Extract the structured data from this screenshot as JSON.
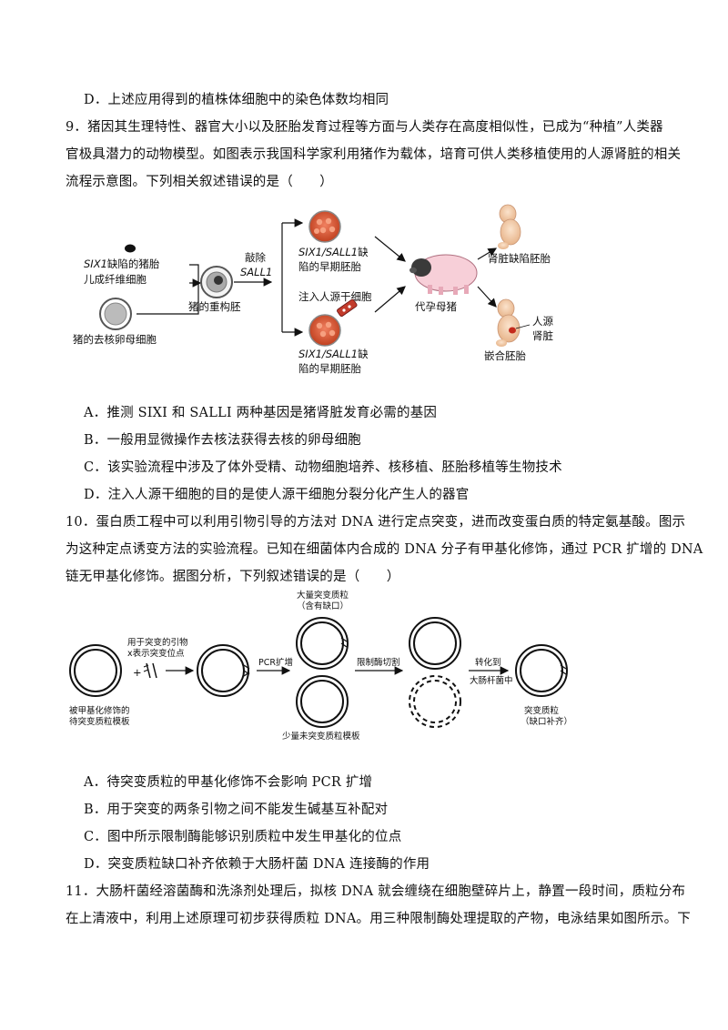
{
  "q8": {
    "option_d": "D．上述应用得到的植株体细胞中的染色体数均相同"
  },
  "q9": {
    "stem_lines": [
      "9．猪因其生理特性、器官大小以及胚胎发育过程等方面与人类存在高度相似性，已成为“种植”人类器",
      "官极具潜力的动物模型。如图表示我国科学家利用猪作为载体，培育可供人类移植使用的人源肾脏的相关",
      "流程示意图。下列相关叙述错误的是（　　）"
    ],
    "figure": {
      "fibroblast_line1": "SIX1缺陷的猪胎",
      "fibroblast_line2": "儿成纤维细胞",
      "oocyte": "猪的去核卵母细胞",
      "reconstructed": "猪的重构胚",
      "knockout_line1": "敲除",
      "knockout_line2": "SALL1",
      "embryo_top_line1": "SIX1/SALL1缺",
      "embryo_top_line2": "陷的早期胚胎",
      "inject": "注入人源干细胞",
      "embryo_bottom_line1": "SIX1/SALL1缺",
      "embryo_bottom_line2": "陷的早期胚胎",
      "surrogate": "代孕母猪",
      "kidney_defect": "肾脏缺陷胚胎",
      "human_line1": "人源",
      "human_line2": "肾脏",
      "chimeric": "嵌合胚胎"
    },
    "options": [
      "A．推测 SIXI 和 SALLI 两种基因是猪肾脏发育必需的基因",
      "B．一般用显微操作去核法获得去核的卵母细胞",
      "C．该实验流程中涉及了体外受精、动物细胞培养、核移植、胚胎移植等生物技术",
      "D．注入人源干细胞的目的是使人源干细胞分裂分化产生人的器官"
    ]
  },
  "q10": {
    "stem_lines": [
      "10．蛋白质工程中可以利用引物引导的方法对 DNA 进行定点突变，进而改变蛋白质的特定氨基酸。图示",
      "为这种定点诱变方法的实验流程。已知在细菌体内合成的 DNA 分子有甲基化修饰，通过 PCR 扩增的 DNA",
      "链无甲基化修饰。据图分析，下列叙述错误的是（　　）"
    ],
    "figure": {
      "primer_line1": "用于突变的引物",
      "primer_line2": "x表示突变位点",
      "template_line1": "被甲基化修饰的",
      "template_line2": "待突变质粒模板",
      "pcr": "PCR扩增",
      "many_line1": "大量突变质粒",
      "many_line2": "（含有缺口）",
      "few": "少量未突变质粒模板",
      "digest": "限制酶切割",
      "transform_line1": "转化到",
      "transform_line2": "大肠杆菌中",
      "mutant_line1": "突变质粒",
      "mutant_line2": "（缺口补齐）"
    },
    "options": [
      "A．待突变质粒的甲基化修饰不会影响 PCR 扩增",
      "B．用于突变的两条引物之间不能发生碱基互补配对",
      "C．图中所示限制酶能够识别质粒中发生甲基化的位点",
      "D．突变质粒缺口补齐依赖于大肠杆菌 DNA 连接酶的作用"
    ]
  },
  "q11": {
    "stem_lines": [
      "11．大肠杆菌经溶菌酶和洗涤剂处理后，拟核 DNA 就会缠绕在细胞壁碎片上，静置一段时间，质粒分布",
      "在上清液中，利用上述原理可初步获得质粒 DNA。用三种限制酶处理提取的产物，电泳结果如图所示。下"
    ]
  }
}
